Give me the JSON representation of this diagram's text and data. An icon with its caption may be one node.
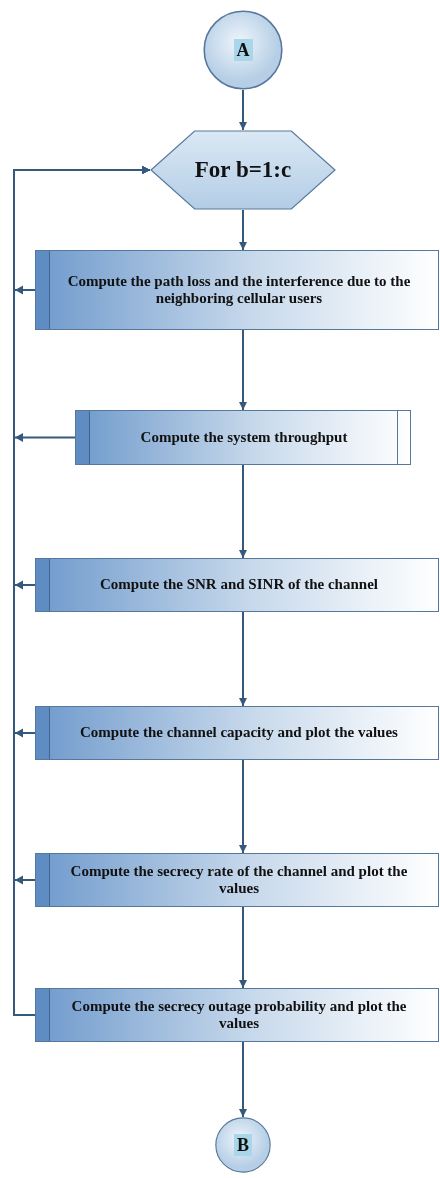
{
  "diagram": {
    "nodes": [
      {
        "text": [
          "A"
        ]
      },
      {
        "text": [
          "For b=1:c"
        ]
      },
      {
        "text": [
          "Compute the path loss and the interference due to the neighboring cellular users"
        ]
      },
      {
        "text": [
          "Compute the system throughput"
        ]
      },
      {
        "text": [
          "Compute the SNR and SINR of the channel"
        ]
      },
      {
        "text": [
          "Compute the channel capacity and plot the values"
        ]
      },
      {
        "text": [
          "Compute the secrecy rate of the channel and plot the values"
        ]
      },
      {
        "text": [
          "Compute the secrecy outage probability and plot the values"
        ]
      },
      {
        "text": [
          "B"
        ]
      }
    ],
    "edges": [
      {
        "from": 0,
        "to": 1,
        "arrow": "to"
      },
      {
        "from": 1,
        "to": 2,
        "arrow": "to"
      },
      {
        "from": 2,
        "to": 3,
        "arrow": "to"
      },
      {
        "from": 3,
        "to": 4,
        "arrow": "to"
      },
      {
        "from": 4,
        "to": 5,
        "arrow": "to"
      },
      {
        "from": 5,
        "to": 6,
        "arrow": "to"
      },
      {
        "from": 6,
        "to": 7,
        "arrow": "to"
      },
      {
        "from": 7,
        "to": 8,
        "arrow": "to"
      },
      {
        "from": 2,
        "to": 1,
        "arrow": "to"
      },
      {
        "from": 3,
        "to": 1,
        "arrow": "to"
      },
      {
        "from": 4,
        "to": 1,
        "arrow": "to"
      },
      {
        "from": 5,
        "to": 1,
        "arrow": "to"
      },
      {
        "from": 6,
        "to": 1,
        "arrow": "to"
      },
      {
        "from": 7,
        "to": 1,
        "arrow": "to"
      }
    ]
  }
}
